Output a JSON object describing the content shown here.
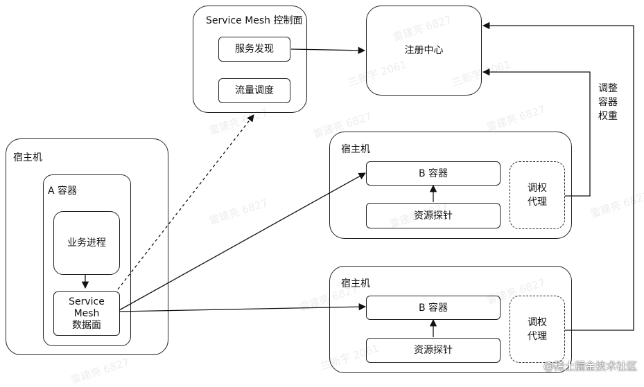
{
  "control_plane": {
    "title": "Service Mesh 控制面",
    "service_discovery": "服务发现",
    "traffic_scheduling": "流量调度"
  },
  "registry": {
    "label": "注册中心"
  },
  "weight_note": "调整\n容器\n权重",
  "host_a": {
    "title": "宿主机",
    "container_title": "A 容器",
    "business_process": "业务进程",
    "data_plane": "Service\nMesh\n数据面"
  },
  "host_b1": {
    "title": "宿主机",
    "container": "B 容器",
    "probe": "资源探针",
    "proxy": "调权\n代理"
  },
  "host_b2": {
    "title": "宿主机",
    "container": "B 容器",
    "probe": "资源探针",
    "proxy": "调权\n代理"
  },
  "watermarks": [
    "雷建亮 6827",
    "兰新宇 2061"
  ],
  "footer": "@稀土掘金技术社区"
}
